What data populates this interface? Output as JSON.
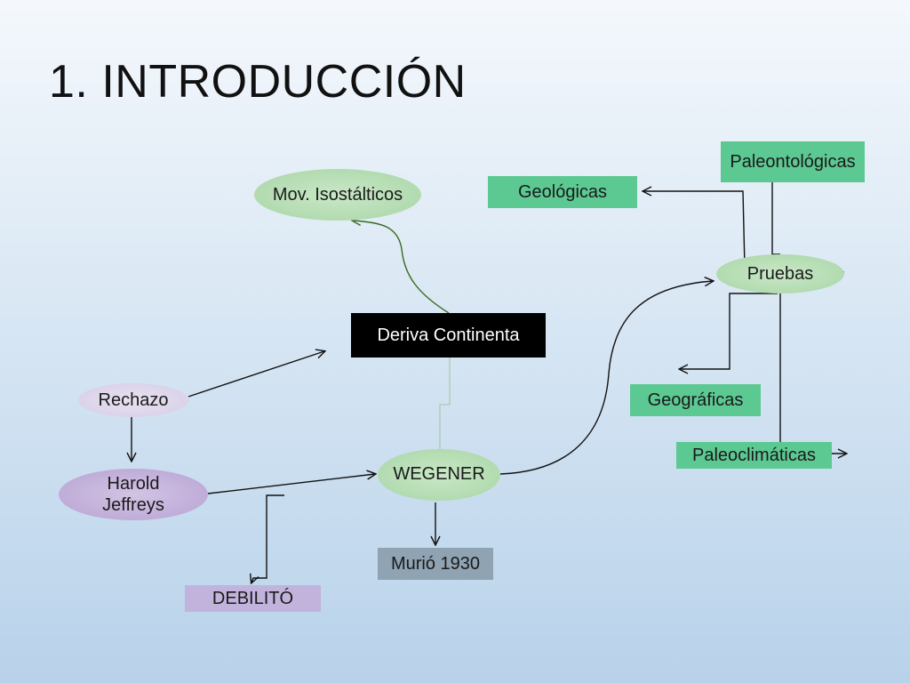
{
  "title": "1. INTRODUCCIÓN",
  "nodes": {
    "mov_isostaticos": "Mov. Isostálticos",
    "deriva_continenta": "Deriva Continenta",
    "rechazo": "Rechazo",
    "harold_jeffreys": "Harold\nJeffreys",
    "debilito": "DEBILITÓ",
    "wegener": "WEGENER",
    "murio": "Murió 1930",
    "geologicas": "Geológicas",
    "paleontologicas": "Paleontológicas",
    "pruebas": "Pruebas",
    "geograficas": "Geográficas",
    "paleoclimaticas": "Paleoclimáticas"
  },
  "colors": {
    "green_node": "#5cc892",
    "ellipse_green": "#a8d5a6",
    "ellipse_purple": "#b7a2d3",
    "black_node": "#000000",
    "gray_node": "#8fa3b3",
    "purple_rect": "#c2b3dc",
    "connector_green": "#3a6b1f"
  }
}
